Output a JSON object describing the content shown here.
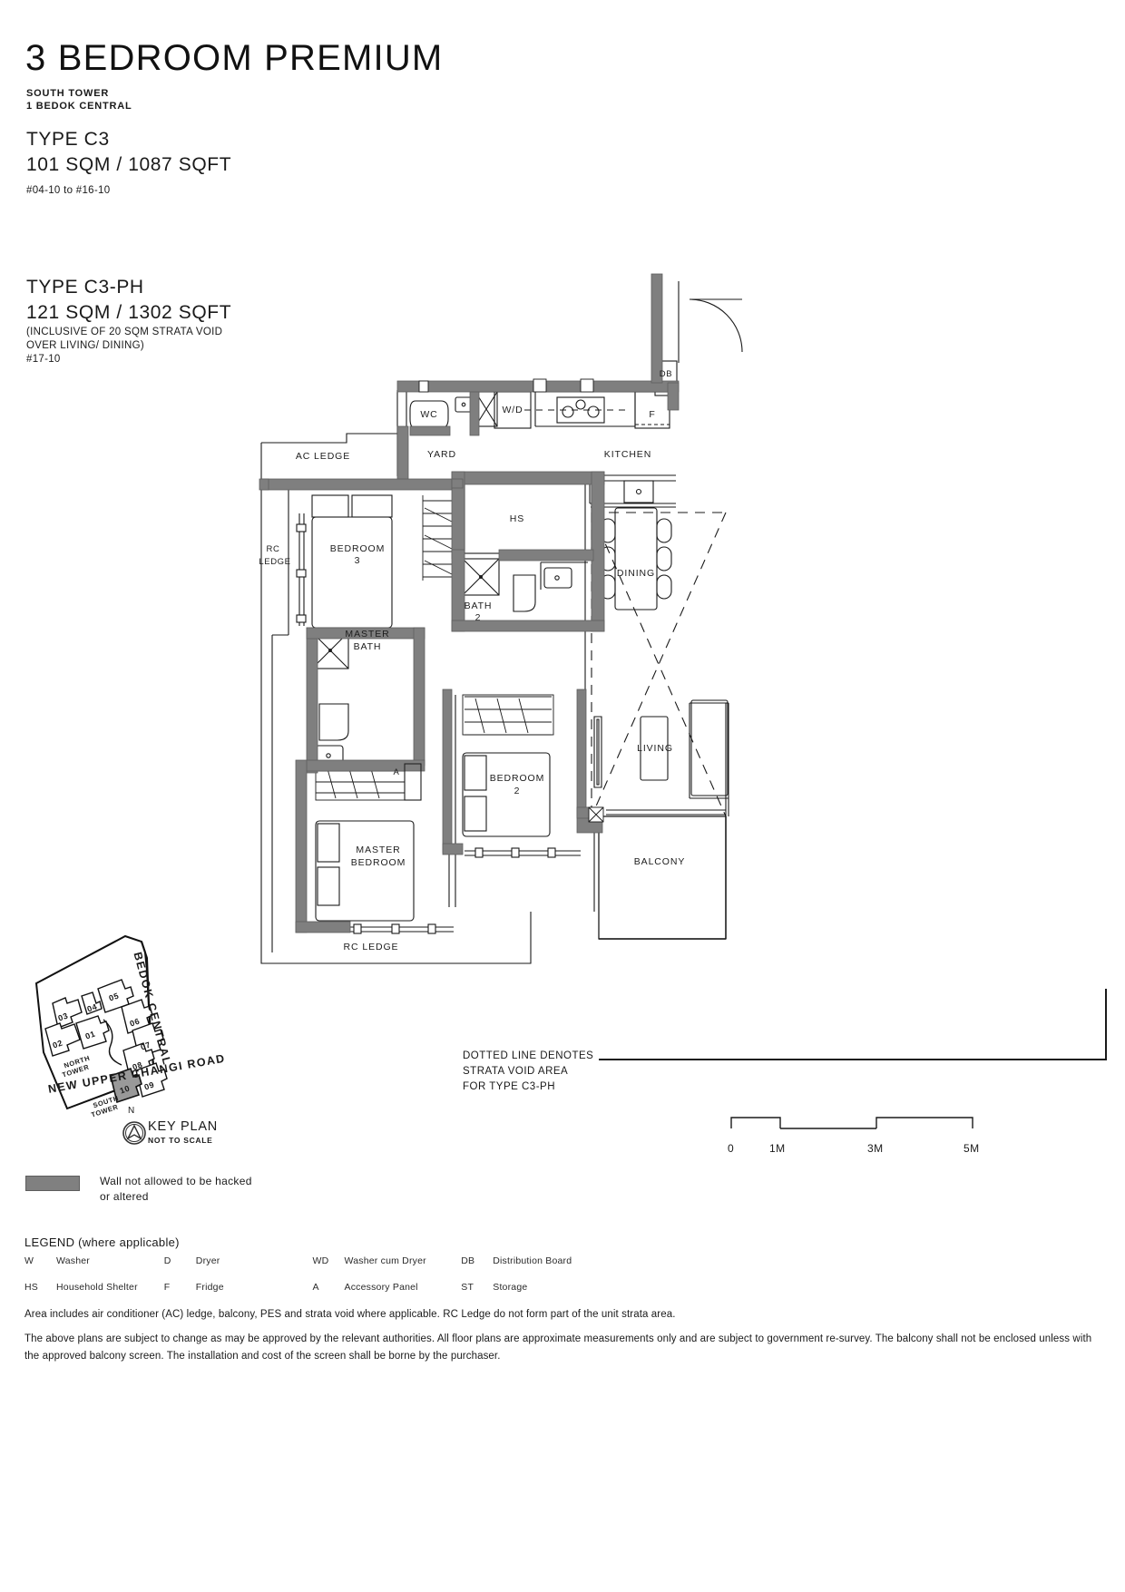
{
  "header": {
    "title": "3 BEDROOM PREMIUM",
    "tower": "SOUTH TOWER",
    "address": "1 BEDOK CENTRAL"
  },
  "type_a": {
    "type": "TYPE C3",
    "area": "101 SQM  /  1087 SQFT",
    "units": "#04-10 to #16-10"
  },
  "type_b": {
    "type": "TYPE C3-PH",
    "area": "121 SQM  /  1302 SQFT",
    "note_line1": "(INCLUSIVE OF 20 SQM STRATA VOID",
    "note_line2": "OVER LIVING/ DINING)",
    "units": "#17-10"
  },
  "plan_labels": {
    "ac_ledge": "AC LEDGE",
    "yard": "YARD",
    "kitchen": "KITCHEN",
    "wc": "WC",
    "washer_dryer": "W/D",
    "fridge": "F",
    "distribution_board": "DB",
    "rc_ledge_left_1": "RC",
    "rc_ledge_left_2": "LEDGE",
    "bedroom3_1": "BEDROOM",
    "bedroom3_2": "3",
    "household_shelter": "HS",
    "dining": "DINING",
    "bath2_1": "BATH",
    "bath2_2": "2",
    "master_bath_1": "MASTER",
    "master_bath_2": "BATH",
    "accessory_panel": "A",
    "bedroom2_1": "BEDROOM",
    "bedroom2_2": "2",
    "living": "LIVING",
    "master_bedroom_1": "MASTER",
    "master_bedroom_2": "BEDROOM",
    "balcony": "BALCONY",
    "rc_ledge_bottom": "RC LEDGE"
  },
  "void_note": {
    "line1": "DOTTED LINE DENOTES",
    "line2": "STRATA VOID AREA",
    "line3": "FOR TYPE C3-PH"
  },
  "key_plan": {
    "caption": "KEY PLAN",
    "subcaption": "NOT TO SCALE",
    "north": "N",
    "road_right": "BEDOK CENTRAL",
    "road_bottom": "NEW UPPER CHANGI ROAD",
    "north_tower_1": "NORTH",
    "north_tower_2": "TOWER",
    "south_tower_1": "SOUTH",
    "south_tower_2": "TOWER",
    "units": [
      "03",
      "04",
      "05",
      "02",
      "01",
      "06",
      "07",
      "08",
      "09",
      "10"
    ],
    "highlighted_unit": "10",
    "highlight_color": "#999999"
  },
  "scale": {
    "ticks": [
      "0",
      "1M",
      "3M",
      "5M"
    ]
  },
  "wall_key": {
    "line1": "Wall not allowed to be hacked",
    "line2": "or altered",
    "swatch_color": "#808080"
  },
  "legend": {
    "title": "LEGEND (where applicable)",
    "rows": [
      [
        {
          "abbr": "W",
          "desc": "Washer"
        },
        {
          "abbr": "D",
          "desc": "Dryer"
        },
        {
          "abbr": "WD",
          "desc": "Washer cum Dryer"
        },
        {
          "abbr": "DB",
          "desc": "Distribution Board"
        }
      ],
      [
        {
          "abbr": "HS",
          "desc": "Household Shelter"
        },
        {
          "abbr": "F",
          "desc": "Fridge"
        },
        {
          "abbr": "A",
          "desc": "Accessory Panel"
        },
        {
          "abbr": "ST",
          "desc": "Storage"
        }
      ]
    ]
  },
  "footnotes": {
    "p1": "Area includes air conditioner (AC) ledge, balcony, PES and strata void where applicable.  RC Ledge do not form part of the unit strata area.",
    "p2": "The above plans are subject to change as may be approved by the relevant authorities. All floor plans are approximate measurements only and are subject to government re-survey. The balcony shall not be enclosed unless with the approved balcony screen. The installation and cost of the screen shall be borne by the purchaser."
  }
}
